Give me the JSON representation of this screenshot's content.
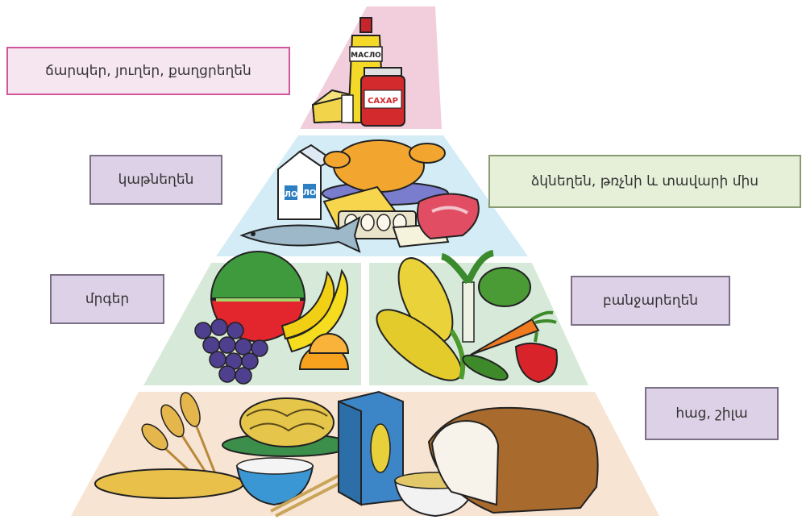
{
  "labels": {
    "fats": "ճարպեր, յուղեր, քաղցրեղեն",
    "dairy": "կաթնեղեն",
    "meat": "ձկնեղեն, թռչնի և տավարի միս",
    "fruit": "մրգեր",
    "veg": "բանջարեղեն",
    "grain": "հաց, շիլա"
  },
  "product_text": {
    "oil_bottle": "МАСЛО",
    "sugar_jar": "САХАР",
    "milk_carton_1": "ЛО",
    "milk_carton_2": "ЛО"
  },
  "colors": {
    "tier_fats": "#f2cedd",
    "tier_dairy_meat": "#d3ecf5",
    "tier_fruit_veg": "#d7ead9",
    "tier_grain": "#f8e4d3"
  }
}
